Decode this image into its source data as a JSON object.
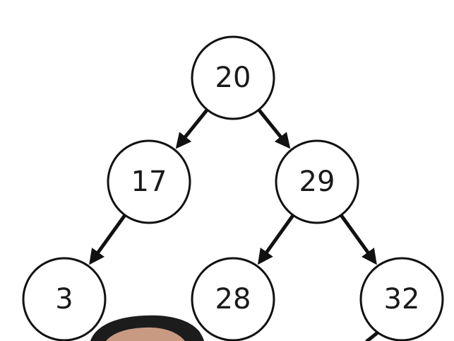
{
  "tree": {
    "nodes": [
      {
        "id": "n20",
        "label": "20"
      },
      {
        "id": "n17",
        "label": "17"
      },
      {
        "id": "n29",
        "label": "29"
      },
      {
        "id": "n3",
        "label": "3"
      },
      {
        "id": "n28",
        "label": "28"
      },
      {
        "id": "n32",
        "label": "32"
      }
    ],
    "edges": [
      {
        "from": "n20",
        "to": "n17"
      },
      {
        "from": "n20",
        "to": "n29"
      },
      {
        "from": "n17",
        "to": "n3"
      },
      {
        "from": "n29",
        "to": "n28"
      },
      {
        "from": "n29",
        "to": "n32"
      }
    ]
  },
  "colors": {
    "stroke": "#111111",
    "node_fill": "#ffffff",
    "text": "#1a1a1a",
    "photo_hair": "#1c1c1c",
    "photo_skin": "#c89a82"
  }
}
